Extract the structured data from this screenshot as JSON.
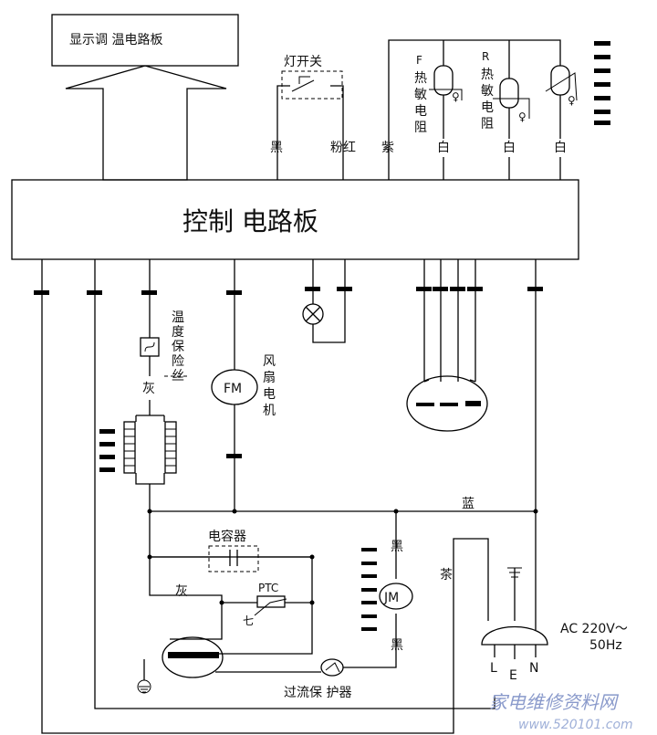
{
  "labels": {
    "display_board": "显示调 温电路板",
    "control_board": "控制 电路板",
    "light_switch": "灯开关",
    "wire_black_1": "黑",
    "wire_pink_red": "粉红",
    "wire_purple": "紫",
    "wire_white_1": "白",
    "wire_white_2": "白",
    "wire_white_3": "白",
    "f_letter": "F",
    "f_thermistor": [
      "热",
      "敏",
      "电",
      "阻"
    ],
    "r_letter": "R",
    "r_thermistor": [
      "热",
      "敏",
      "电",
      "阻"
    ],
    "temp_fuse": [
      "温",
      "度",
      "保",
      "险",
      "丝"
    ],
    "wire_gray_1": "灰",
    "fan_motor": [
      "风",
      "扇",
      "电",
      "机"
    ],
    "fan_symbol": "FM",
    "wire_blue": "蓝",
    "capacitor": "电容器",
    "ptc": "PTC",
    "wire_gray_2": "灰",
    "wire_black_2": "黑",
    "wire_black_3": "黑",
    "jm_symbol": "JM",
    "wire_brown": "茶",
    "power": "AC 220V～",
    "freq": "50Hz",
    "plug_l": "L",
    "plug_e": "E",
    "plug_n": "N",
    "overload": "过流保 护器",
    "watermark": "家电维修资料网",
    "watermark_url": "www.520101.com"
  }
}
